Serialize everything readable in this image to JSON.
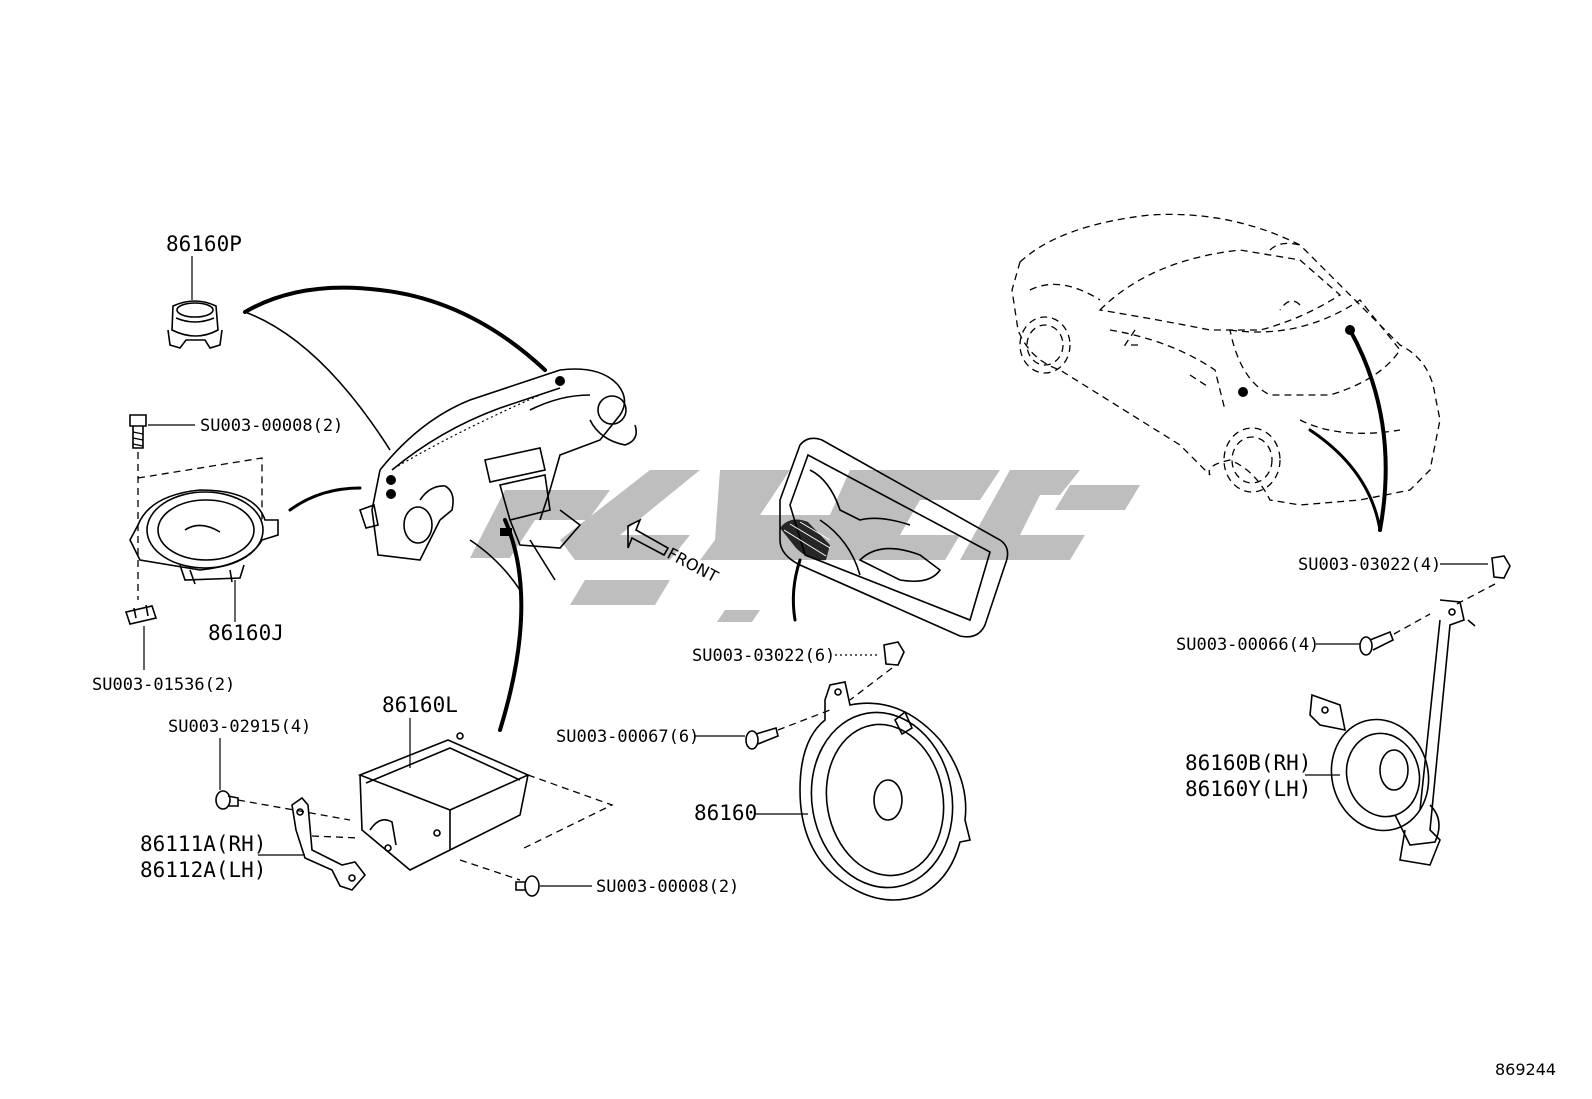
{
  "diagram": {
    "id": "869244",
    "front_label": "FRONT",
    "labels": {
      "p86160P": "86160P",
      "su0008_a": "SU003-00008(2)",
      "p86160J": "86160J",
      "su01536": "SU003-01536(2)",
      "su02915": "SU003-02915(4)",
      "p86160L": "86160L",
      "p86111A": "86111A(RH)",
      "p86112A": "86112A(LH)",
      "su0008_b": "SU003-00008(2)",
      "su03022_6": "SU003-03022(6)",
      "su00067": "SU003-00067(6)",
      "p86160": "86160",
      "su03022_4": "SU003-03022(4)",
      "su00066": "SU003-00066(4)",
      "p86160B": "86160B(RH)",
      "p86160Y": "86160Y(LH)"
    }
  }
}
